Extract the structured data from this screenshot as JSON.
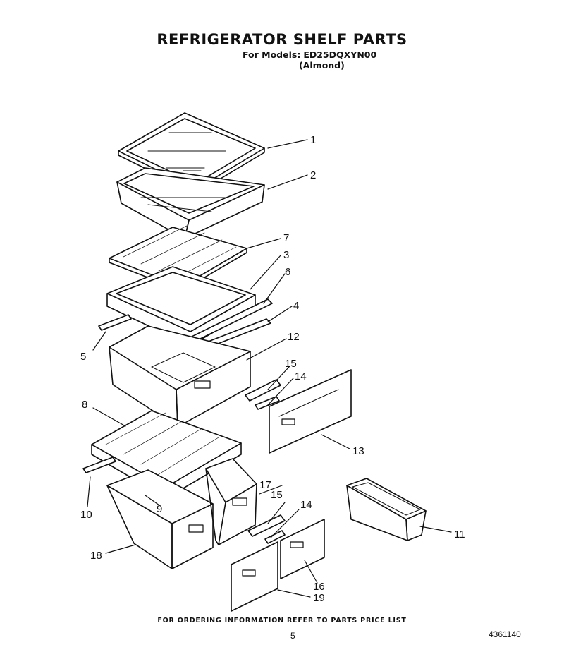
{
  "header": {
    "title": "REFRIGERATOR SHELF PARTS",
    "models_label": "For Models:",
    "model_number": "ED25DQXYN00",
    "color": "(Almond)"
  },
  "callouts": [
    "1",
    "2",
    "7",
    "3",
    "6",
    "4",
    "12",
    "15",
    "14",
    "5",
    "8",
    "13",
    "10",
    "9",
    "17",
    "15",
    "14",
    "11",
    "18",
    "16",
    "19"
  ],
  "footer": {
    "ordering_note": "FOR ORDERING INFORMATION REFER TO PARTS PRICE LIST",
    "page_number": "5",
    "document_number": "4361140"
  }
}
